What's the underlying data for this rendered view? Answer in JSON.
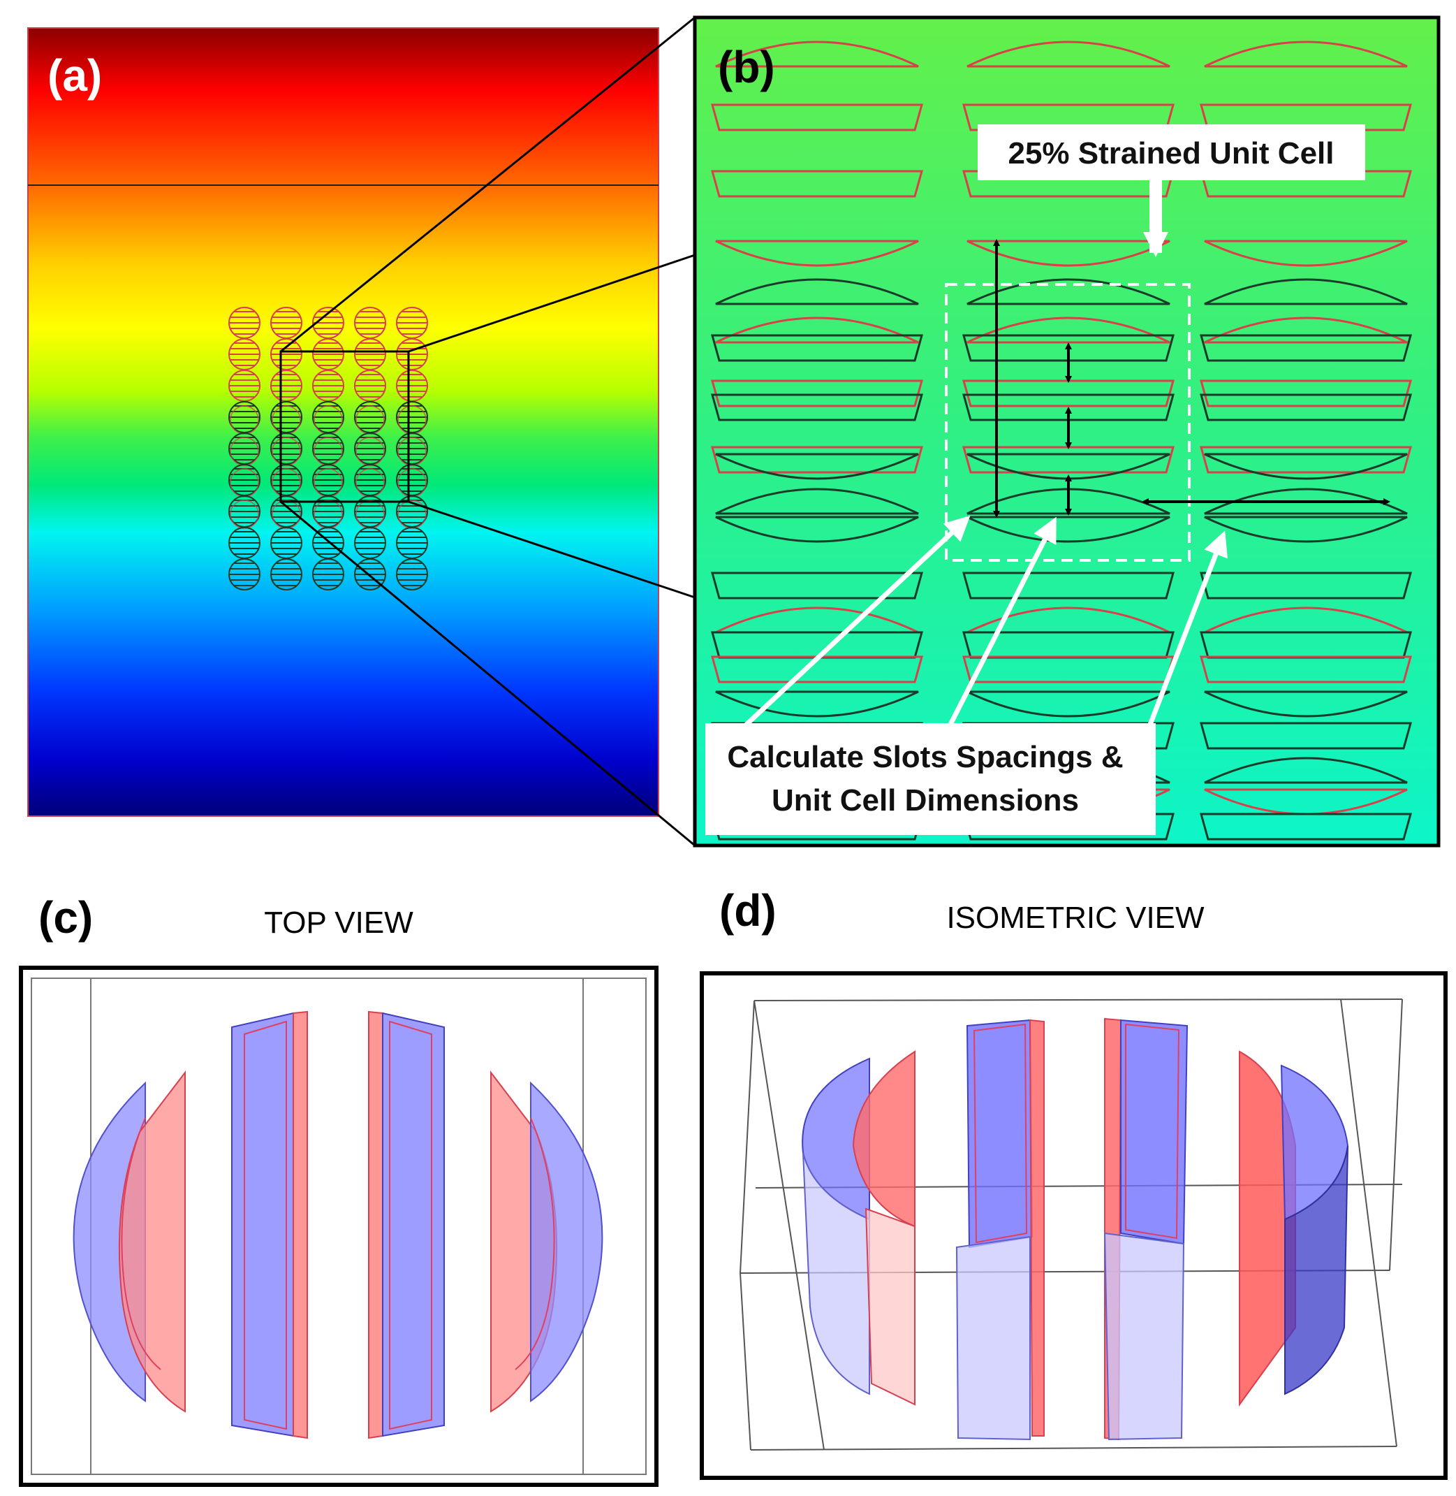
{
  "panels": {
    "a": {
      "label": "(a)"
    },
    "b": {
      "label": "(b)",
      "callout_unit_cell": "25% Strained Unit Cell",
      "callout_calc_line1": "Calculate Slots Spacings &",
      "callout_calc_line2": "Unit Cell Dimensions"
    },
    "c": {
      "label": "(c)",
      "view_title": "TOP VIEW"
    },
    "d": {
      "label": "(d)",
      "view_title": "ISOMETRIC  VIEW"
    }
  },
  "colors": {
    "gradient_stops": [
      "#8b0000",
      "#ff0000",
      "#ff6a00",
      "#ffd000",
      "#ffff00",
      "#b8ff00",
      "#3df04a",
      "#00e87a",
      "#00f5f0",
      "#009cff",
      "#0038ff",
      "#0000cc",
      "#00007a"
    ],
    "zoom_background": [
      "#63f04a",
      "#2ff084",
      "#0df5c9"
    ],
    "undeformed_outline": "#1a3a2a",
    "deformed_outline": "#d8404a",
    "blue_slot": "#8c8cff",
    "red_slot": "#ff8c8c",
    "label_text": "#ffffff"
  }
}
